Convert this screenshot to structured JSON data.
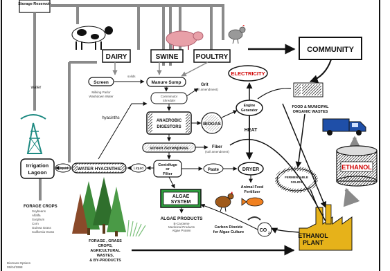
{
  "labels": {
    "storage_reservoir": "Storage Reservoir",
    "water": "water",
    "dairy": "DAIRY",
    "swine": "SWINE",
    "poultry": "POULTRY",
    "community": "COMMUNITY",
    "electricity": "ELECTRICITY",
    "screen": "Screen",
    "solids": "solids",
    "manure_sump": "Manure Sump",
    "milking_parlor": "Milking Parlor",
    "washdown_water": "Washdown Water",
    "grit": "Grit",
    "soil_amendment_1": "(soil amendment)",
    "comminutor": "Comminutor",
    "shredder": "Shredder",
    "engine": "Engine",
    "generator": "Generator",
    "food_municipal_1": "FOOD & MUNICIPAL",
    "food_municipal_2": "ORGANIC WASTES",
    "hyacinths": "hyacinths",
    "anaerobic": "ANAEROBIC",
    "digestors": "DIGESTORS",
    "biogas": "BIOGAS",
    "heat": "HEAT",
    "screw_press": "screen /screwpress",
    "fiber": "Fiber",
    "soil_amendment_2": "(soil amendment)",
    "irrigation_1": "Irrigation",
    "irrigation_2": "Lagoon",
    "liquid_left": "Liquid",
    "water_hyacinths": "WATER HYACINTHS",
    "liquid_right": "Liquid",
    "centrifuge_1": "Centrifuge",
    "centrifuge_2": "or",
    "centrifuge_3": "Filter",
    "paste": "Paste",
    "dryer": "DRYER",
    "fermentable_1": "FERMENTABLE",
    "fermentable_2": "SOLIDS",
    "ethanol_tank": "ETHANOL",
    "algae_1": "ALGAE",
    "algae_2": "SYSTEM",
    "animal_feed_1": "Animal Feed",
    "animal_feed_2": "Fertilizer",
    "forage_crops_title": "FORAGE CROPS",
    "forage_crops_list": [
      "Soybeans",
      "Alfalfa",
      "Sorghum",
      "Corn",
      "Guinea Grass",
      "California Grass"
    ],
    "algae_products_title": "ALGAE PRODUCTS",
    "algae_products_list": [
      "B-Carotene",
      "Medicinal Products",
      "Algae Protein"
    ],
    "carbon_dioxide_1": "Carbon Dioxide",
    "carbon_dioxide_2": "for Algae Culture",
    "co2": "CO",
    "co2_sub": "2",
    "ethanol_plant_1": "ETHANOL",
    "ethanol_plant_2": "PLANT",
    "forage_grass_1": "FORAGE , GRASS",
    "forage_grass_2": "CROPS,",
    "forage_grass_3": "AGRICULTURAL",
    "forage_grass_4": "WASTES,",
    "forage_grass_5": "& BY-PRODUCTS",
    "footer_1": "Biomass Options",
    "footer_2": "05/04/1998"
  },
  "colors": {
    "ink": "#111111",
    "gray_arrow": "#8a8a8a",
    "electricity": "#d00000",
    "ethanol_red": "#d00000",
    "algae_green": "#2e9e3e",
    "tower_teal": "#1e8a82",
    "truck_blue": "#1f4fa8",
    "factory_yellow": "#e6b21a",
    "tree_green": "#3d8a3a",
    "pig_pink": "#e8a0a8"
  }
}
